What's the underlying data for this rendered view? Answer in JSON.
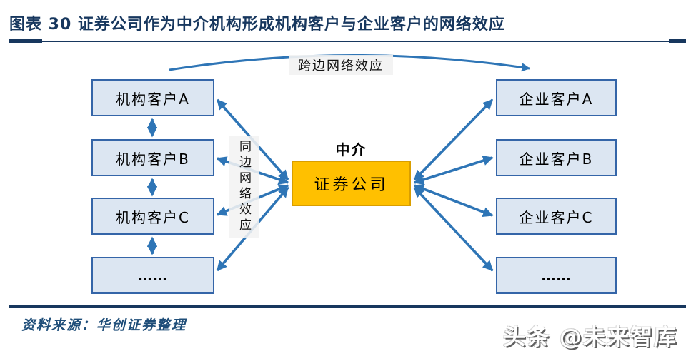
{
  "header": {
    "title": "图表 30  证券公司作为中介机构形成机构客户与企业客户的网络效应"
  },
  "diagram": {
    "cross_side_effect_label": "跨边网络效应",
    "same_side_effect_label": "同边网络效应",
    "intermediary_caption": "中介",
    "center_box_label": "证券公司",
    "left_boxes": [
      "机构客户A",
      "机构客户B",
      "机构客户C",
      "……"
    ],
    "right_boxes": [
      "企业客户A",
      "企业客户B",
      "企业客户C",
      "……"
    ]
  },
  "footer": {
    "source": "资料来源：华创证券整理",
    "watermark": "头条 @未来智库"
  },
  "colors": {
    "title_navy": "#17375E",
    "rule_navy": "#17375E",
    "client_box_fill": "#DCE6F2",
    "client_box_border": "#3465A8",
    "center_box_fill": "#FFC000",
    "center_box_border": "#D99E00",
    "arrow_blue": "#2E75B6",
    "label_bg_gray": "#F2F2F2",
    "source_navy": "#1F4E79"
  }
}
